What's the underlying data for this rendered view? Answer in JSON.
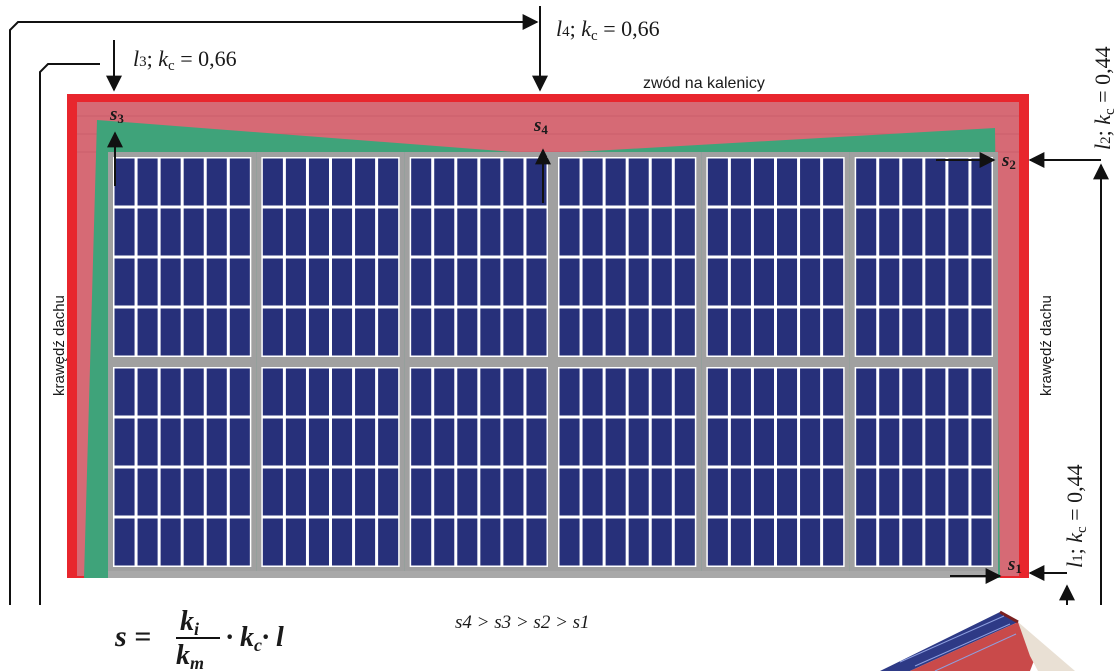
{
  "labels": {
    "l4_var": "l",
    "l4_sub": "4",
    "l4_rest": "; ",
    "l4_k": "k",
    "l4_kc_sub": "c",
    "l4_value": " = 0,66",
    "l3_var": "l",
    "l3_sub": "3",
    "l3_rest": "; ",
    "l3_k": "k",
    "l3_kc_sub": "c",
    "l3_value": " = 0,66",
    "l2_var": "l",
    "l2_sub": "2",
    "l2_rest": "; ",
    "l2_k": "k",
    "l2_kc_sub": "c",
    "l2_value": " = 0,44",
    "l1_var": "l",
    "l1_sub": "1",
    "l1_rest": "; ",
    "l1_k": "k",
    "l1_kc_sub": "c",
    "l1_value": " = 0,44",
    "ridge": "zwód na kalenicy",
    "edge_left": "krawędź dachu",
    "edge_right": "krawędź dachu",
    "s4_main": "s",
    "s4_sub": "4",
    "s3_main": "s",
    "s3_sub": "3",
    "s2_main": "s",
    "s2_sub": "2",
    "s1_main": "s",
    "s1_sub": "1",
    "order": "s4 > s3 > s2 > s1"
  },
  "formula": {
    "lhs": "s =",
    "num": "k",
    "num_sub": "i",
    "den": "k",
    "den_sub": "m",
    "rhs": "· k",
    "rhs_sub": "c",
    "rhs_tail": "· l"
  },
  "colors": {
    "roof_edge_red": "#e8262d",
    "pink_zone": "#d66a75",
    "green_zone": "#3fa37a",
    "panel_blue": "#27307a",
    "frame_gray": "#a0a0a0",
    "arrow": "#111111"
  },
  "panel_grid": {
    "columns": 6,
    "rows": 2,
    "cells_across": 6,
    "cells_down": 4
  }
}
